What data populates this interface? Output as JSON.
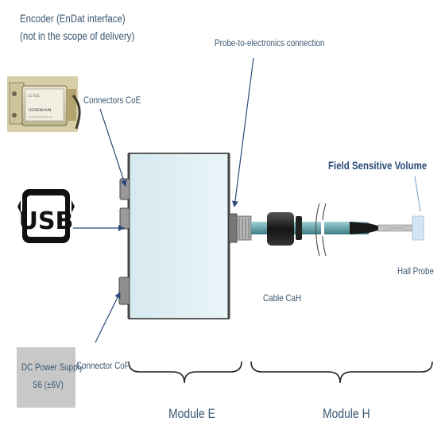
{
  "encoder": {
    "line1": "Encoder (EnDat interface)",
    "line2": "(not in the scope of delivery)",
    "brand": "HEIDENHAIN"
  },
  "labels": {
    "connectors_coe": "Connectors CoE",
    "probe_connection": "Probe-to-electronics connection",
    "field_sensitive_volume": "Field Sensitive Volume",
    "hall_probe": "Hall Probe",
    "cable_cah": "Cable CaH",
    "connector_cop": "Connector CoP",
    "module_e": "Module E",
    "module_h": "Module H"
  },
  "power_supply": {
    "line1": "DC Power Supply",
    "line2": "S6 (±6V)"
  },
  "usb_logo": "USB",
  "colors": {
    "label": "#3a5670",
    "module_box": "#dfeef3",
    "cable": "#7fb8bd",
    "arrow": "#2c4a7a"
  }
}
